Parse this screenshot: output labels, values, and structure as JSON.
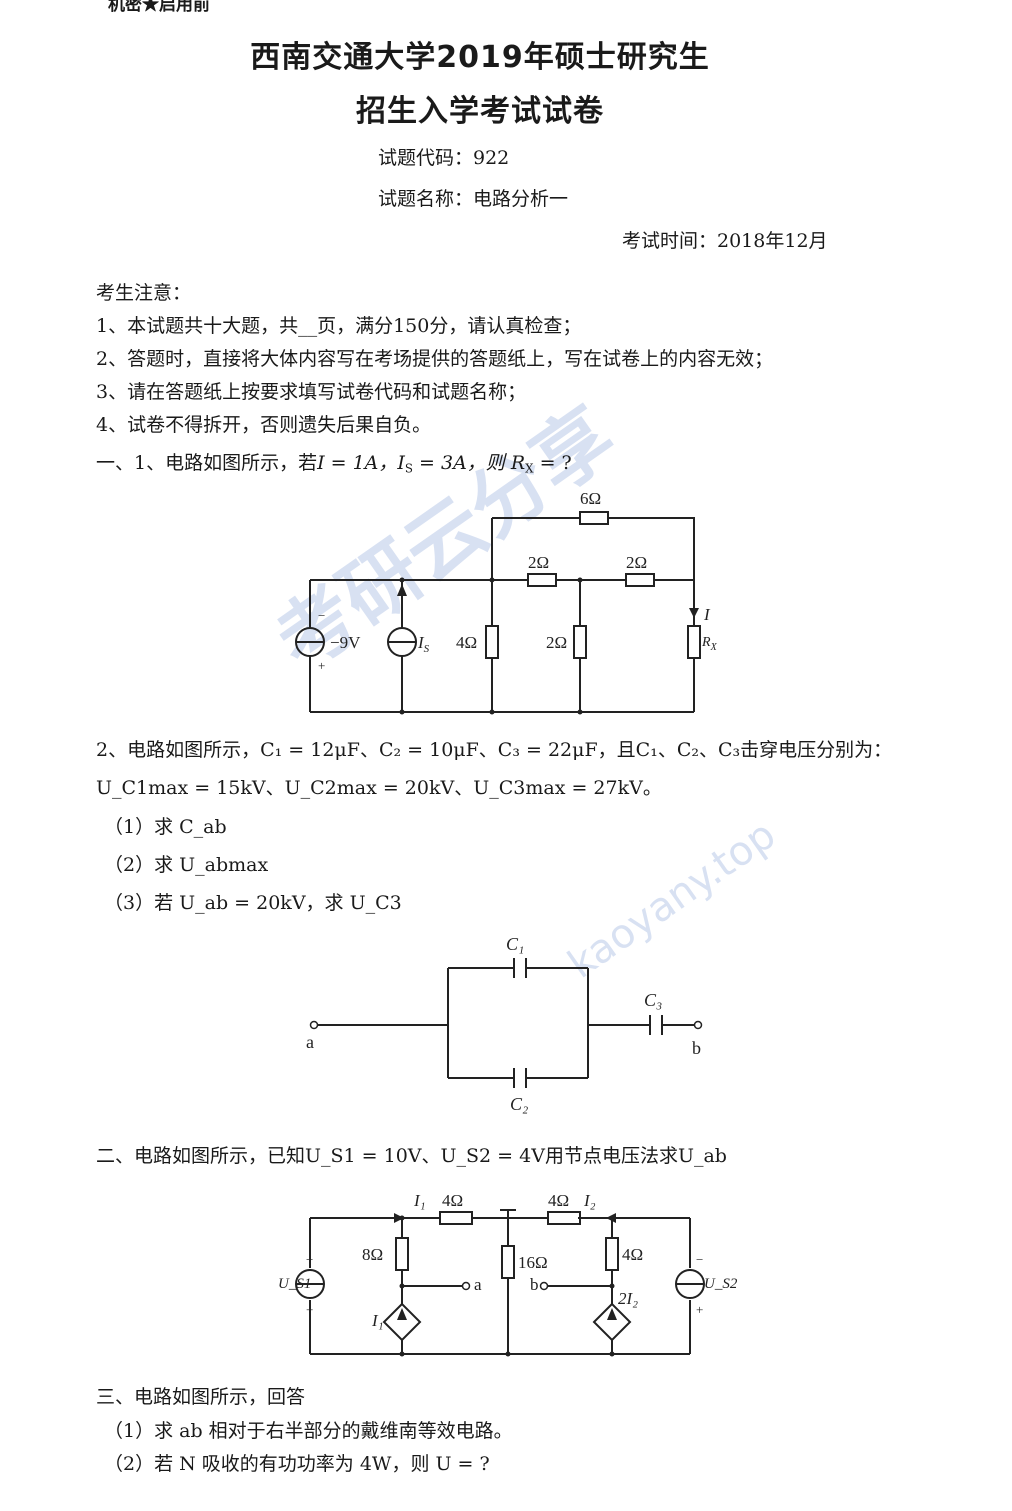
{
  "header": {
    "secret_mark": "机密★启用前",
    "title_line1": "西南交通大学2019年硕士研究生",
    "title_line2": "招生入学考试试卷",
    "code": "试题代码：922",
    "name": "试题名称：电路分析一",
    "exam_time": "考试时间：2018年12月"
  },
  "notice": {
    "heading": "考生注意：",
    "items": [
      "1、本试题共十大题，共__页，满分150分，请认真检查；",
      "2、答题时，直接将大体内容写在考场提供的答题纸上，写在试卷上的内容无效；",
      "3、请在答题纸上按要求填写试卷代码和试题名称；",
      "4、试卷不得拆开，否则遗失后果自负。"
    ]
  },
  "q1_1": {
    "prefix": "一、1、电路如图所示，若",
    "given": "I = 1A，I",
    "given_sub": "S",
    "given_tail": " = 3A，则 R",
    "rx_sub": "X",
    "end": " = ?",
    "circuit_labels": {
      "r6": "6Ω",
      "r2a": "2Ω",
      "r2b": "2Ω",
      "r4": "4Ω",
      "r2c": "2Ω",
      "vsrc": "−9V",
      "is": "I",
      "is_sub": "S",
      "i": "I",
      "rx": "R",
      "rx_sub": "X",
      "minus": "−",
      "plus": "+"
    }
  },
  "q1_2": {
    "line1": "2、电路如图所示，C₁ = 12μF、C₂ = 10μF、C₃ = 22μF，且C₁、C₂、C₃击穿电压分别为：",
    "line2": "U_C1max = 15kV、U_C2max = 20kV、U_C3max = 27kV。",
    "sub1": "（1）求 C_ab",
    "sub2": "（2）求 U_abmax",
    "sub3": "（3）若 U_ab = 20kV，求 U_C3",
    "circuit_labels": {
      "c1": "C₁",
      "c2": "C₂",
      "c3": "C₃",
      "a": "a",
      "b": "b"
    }
  },
  "q2": {
    "text": "二、电路如图所示，已知U_S1 = 10V、U_S2 = 4V用节点电压法求U_ab",
    "circuit_labels": {
      "i1": "I₁",
      "r4a": "4Ω",
      "r4b": "4Ω",
      "i2": "I₂",
      "r8": "8Ω",
      "r16": "16Ω",
      "r4c": "4Ω",
      "us1": "U_S1",
      "us2": "U_S2",
      "a": "a",
      "b": "b",
      "dep1": "I₁",
      "dep2": "2I₂",
      "minus": "−",
      "plus": "+"
    }
  },
  "q3": {
    "heading": "三、电路如图所示，回答",
    "sub1": "（1）求 ab 相对于右半部分的戴维南等效电路。",
    "sub2": "（2）若 N 吸收的有功功率为 4W，则 U = ?"
  },
  "watermark": {
    "cn": "考研云分享",
    "url": "kaoyany.top"
  }
}
